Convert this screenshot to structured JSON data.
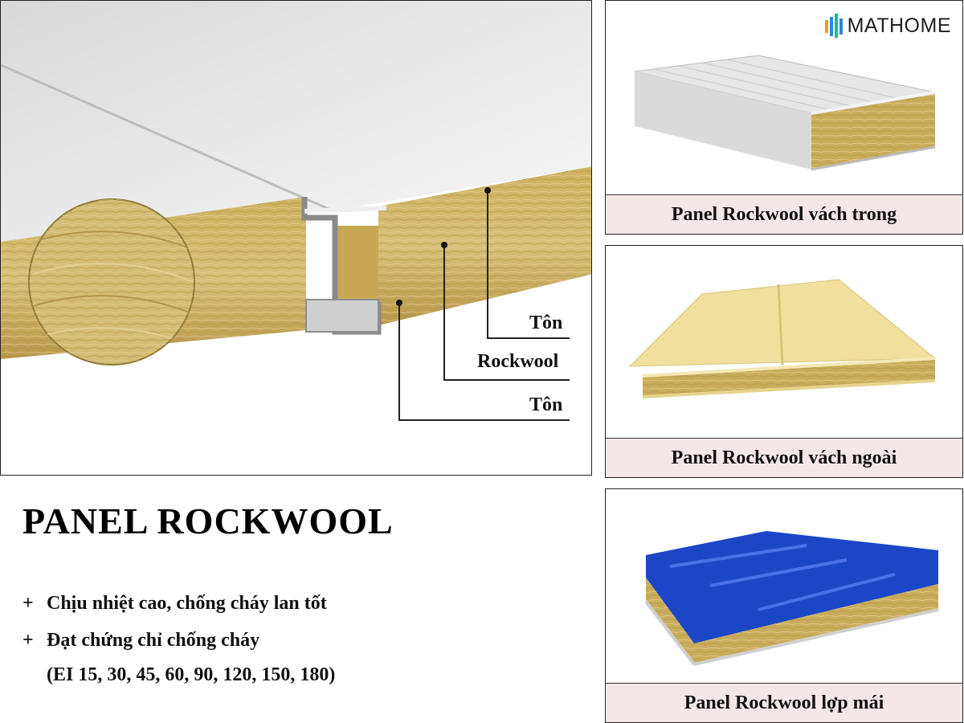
{
  "brand": {
    "logo_text": "MATHOME"
  },
  "diagram": {
    "callouts": {
      "top_sheet": "Tôn",
      "core": "Rockwool",
      "bottom_sheet": "Tôn"
    }
  },
  "title": "PANEL ROCKWOOL",
  "features": [
    {
      "bullet": "+",
      "text": "Chịu nhiệt cao, chống cháy lan tốt"
    },
    {
      "bullet": "+",
      "text": "Đạt chứng chỉ chống cháy"
    }
  ],
  "feature_note": "(EI 15, 30, 45, 60, 90, 120, 150, 180)",
  "products": [
    {
      "label": "Panel Rockwool vách trong"
    },
    {
      "label": "Panel Rockwool vách ngoài"
    },
    {
      "label": "Panel Rockwool lợp mái"
    }
  ],
  "colors": {
    "rockwool": "#c9ad5c",
    "steel_white": "#e6e6e6",
    "steel_cream": "#f0df9d",
    "steel_blue": "#1b47c7",
    "label_bg": "#f4e7e7"
  }
}
